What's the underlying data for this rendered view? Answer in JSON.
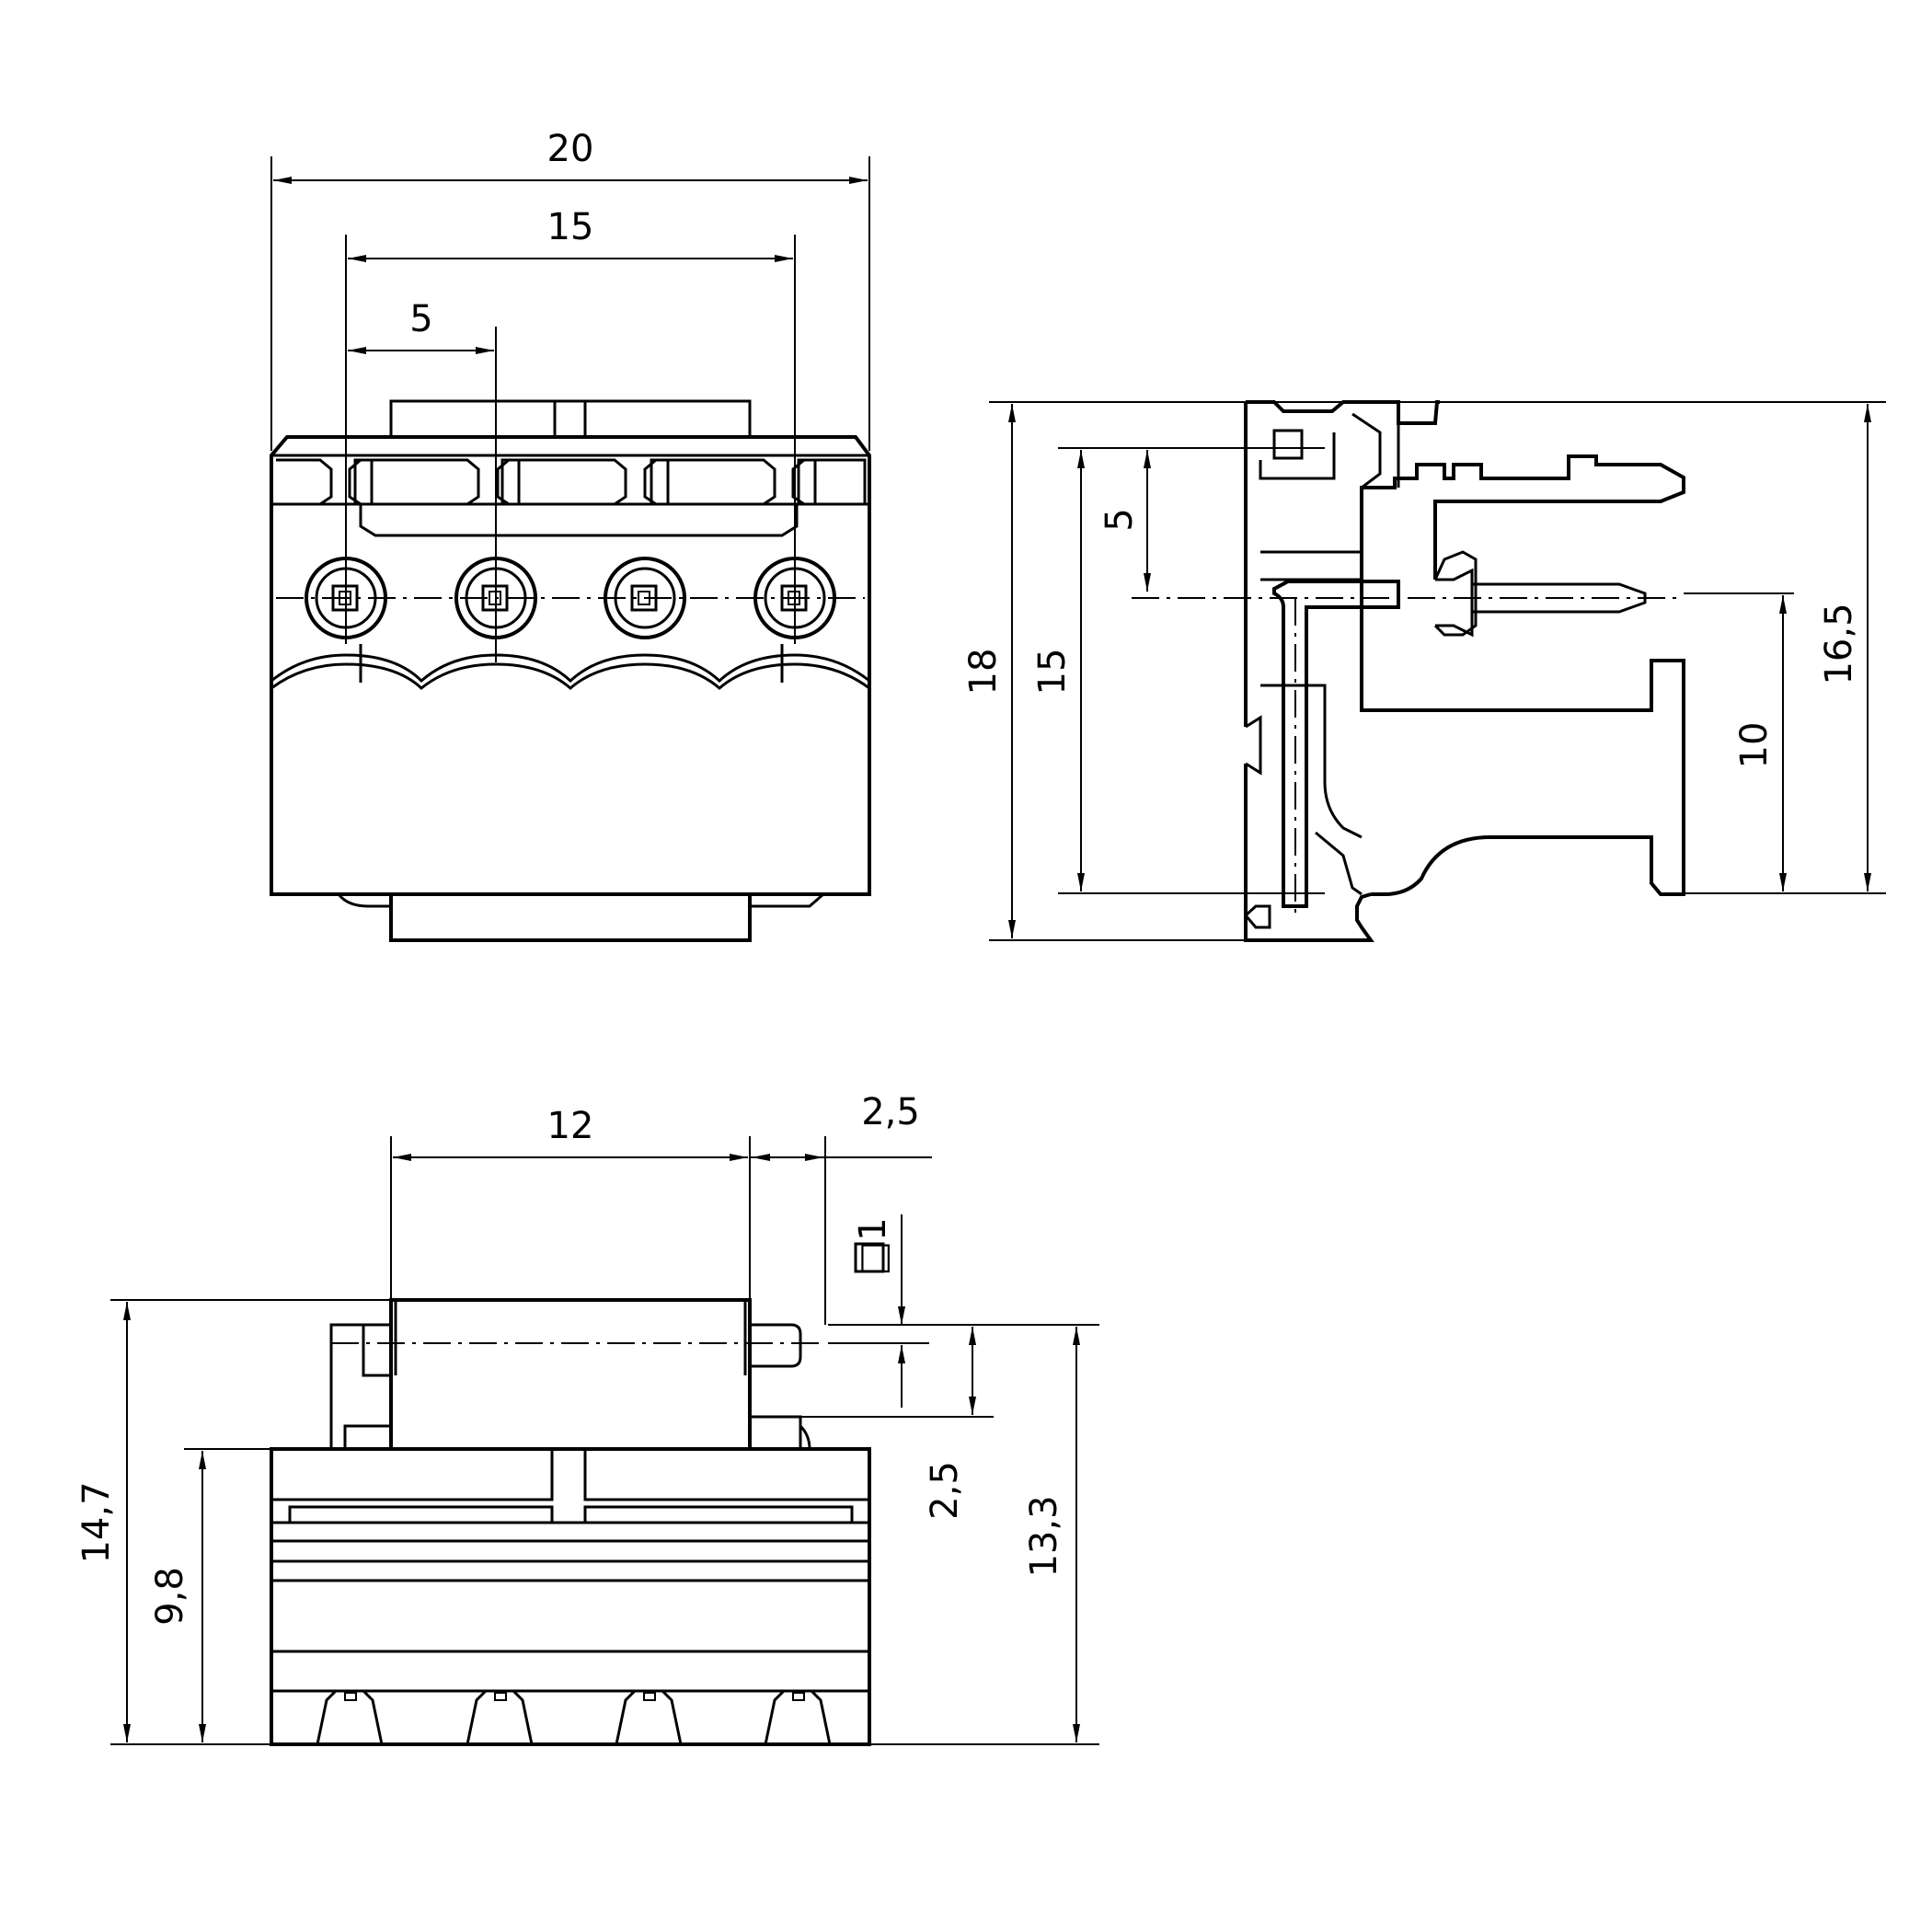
{
  "dimensions": {
    "front_width_total": "20",
    "front_pitch_span": "15",
    "front_pitch": "5",
    "side_height_total": "18",
    "side_height_inner": "15",
    "side_pitch": "5",
    "side_pin_height": "10",
    "side_height_right": "16,5",
    "bottom_body_width": "12",
    "bottom_pin_offset": "2,5",
    "bottom_pin_square": "□1",
    "bottom_height_total": "14,7",
    "bottom_height_body": "9,8",
    "bottom_pin_gap": "2,5",
    "bottom_height_pin": "13,3"
  }
}
